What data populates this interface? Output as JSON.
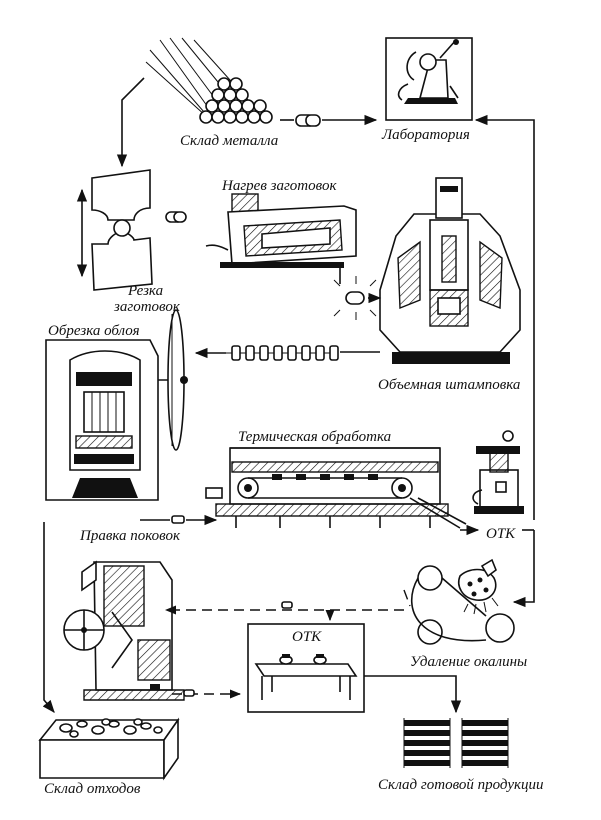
{
  "labels": {
    "metal_storage": "Склад металла",
    "laboratory": "Лаборатория",
    "blank_heating": "Нагрев заготовок",
    "blank_cutting_1": "Резка",
    "blank_cutting_2": "заготовок",
    "flash_trimming": "Обрезка облоя",
    "die_forging": "Объемная штамповка",
    "heat_treatment": "Термическая обработка",
    "forging_straightening": "Правка поковок",
    "otk_right": "ОТК",
    "otk_center": "ОТК",
    "scale_removal": "Удаление окалины",
    "waste_storage": "Склад отходов",
    "finished_storage": "Склад готовой продукции"
  }
}
